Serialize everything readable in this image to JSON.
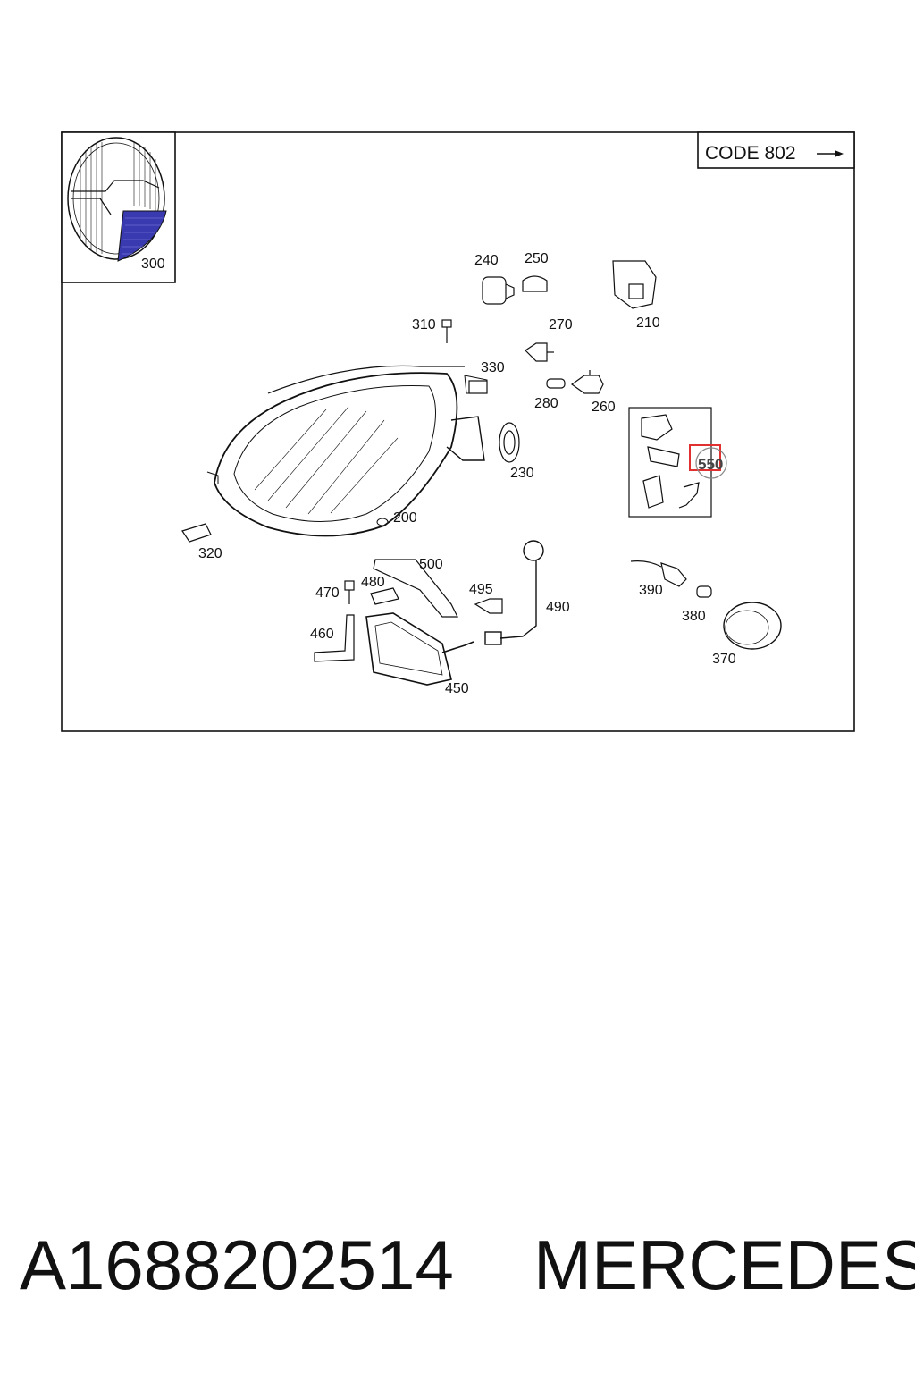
{
  "diagram": {
    "code_label": "CODE 802",
    "inset_label": "300",
    "highlight_label": "550",
    "colors": {
      "highlight_box": "#e03030",
      "inset_fill": "#3a3ab0",
      "line": "#111111"
    },
    "labels": [
      "240",
      "250",
      "210",
      "310",
      "270",
      "330",
      "280",
      "260",
      "230",
      "200",
      "320",
      "500",
      "470",
      "480",
      "495",
      "490",
      "390",
      "380",
      "460",
      "450",
      "370"
    ]
  },
  "footer": {
    "part_number": "A1688202514",
    "brand": "MERCEDES"
  }
}
